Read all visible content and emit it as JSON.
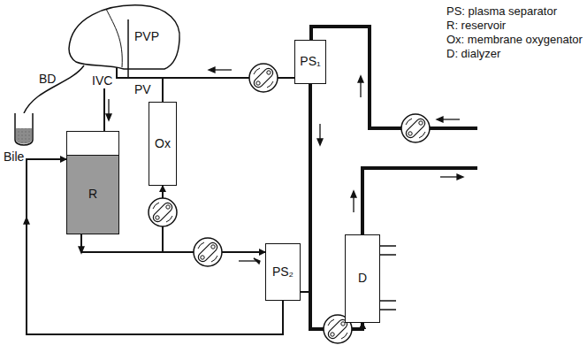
{
  "diagram": {
    "nodes": [
      {
        "text": [
          "R"
        ]
      },
      {
        "text": [
          "Ox"
        ]
      },
      {
        "text": [
          "PS₁"
        ]
      },
      {
        "text": [
          "PS₂"
        ]
      },
      {
        "text": [
          "D"
        ]
      }
    ],
    "edges": [
      {
        "from": 0,
        "to": 3,
        "arrow": "to"
      },
      {
        "from": 0,
        "to": 1,
        "arrow": "to"
      },
      {
        "from": 2,
        "to": 4,
        "arrow": "to"
      },
      {
        "from": 3,
        "to": 4,
        "arrow": "to"
      },
      {
        "from": 3,
        "to": 0,
        "arrow": "to"
      }
    ],
    "labels": [
      "PVP",
      "BD",
      "IVC",
      "PV",
      "Bile"
    ],
    "legend": [
      {
        "text": "PS: plasma separator"
      },
      {
        "text": "R: reservoir"
      },
      {
        "text": "Ox: membrane oxygenator"
      },
      {
        "text": "D: dialyzer"
      }
    ]
  }
}
